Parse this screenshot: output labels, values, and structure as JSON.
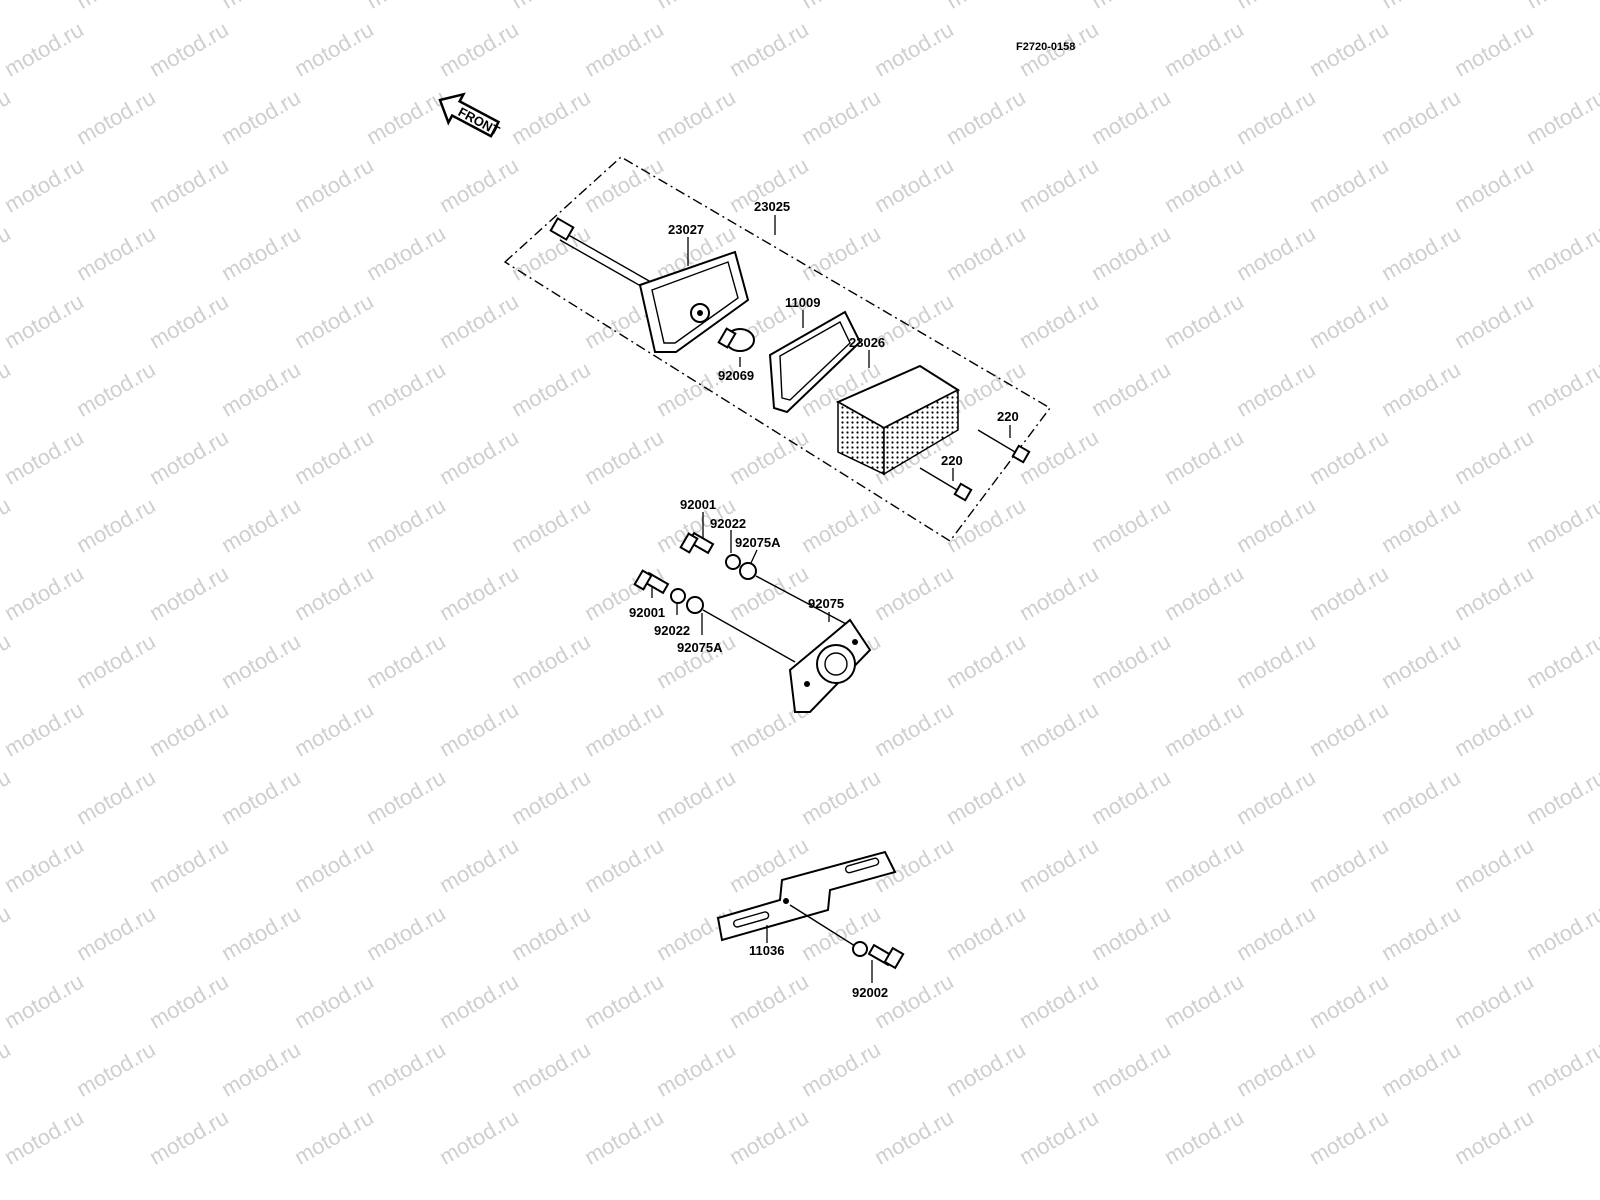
{
  "figure_id": "F2720-0158",
  "front_arrow": {
    "text": "FRONT",
    "icon": "front-arrow-icon"
  },
  "watermark": {
    "text": "motod.ru"
  },
  "parts": {
    "housing_assy": "23025",
    "socket_base": "23027",
    "gasket": "11009",
    "lens": "23026",
    "bulb": "92069",
    "screw_a": "220",
    "screw_b": "220",
    "bolt_upper": "92001",
    "washer_upper": "92022",
    "spacer_upper": "92075A",
    "bolt_lower": "92001",
    "washer_lower": "92022",
    "spacer_lower": "92075A",
    "bracket_plate": "92075",
    "bracket": "11036",
    "bolt_bracket": "92002"
  }
}
